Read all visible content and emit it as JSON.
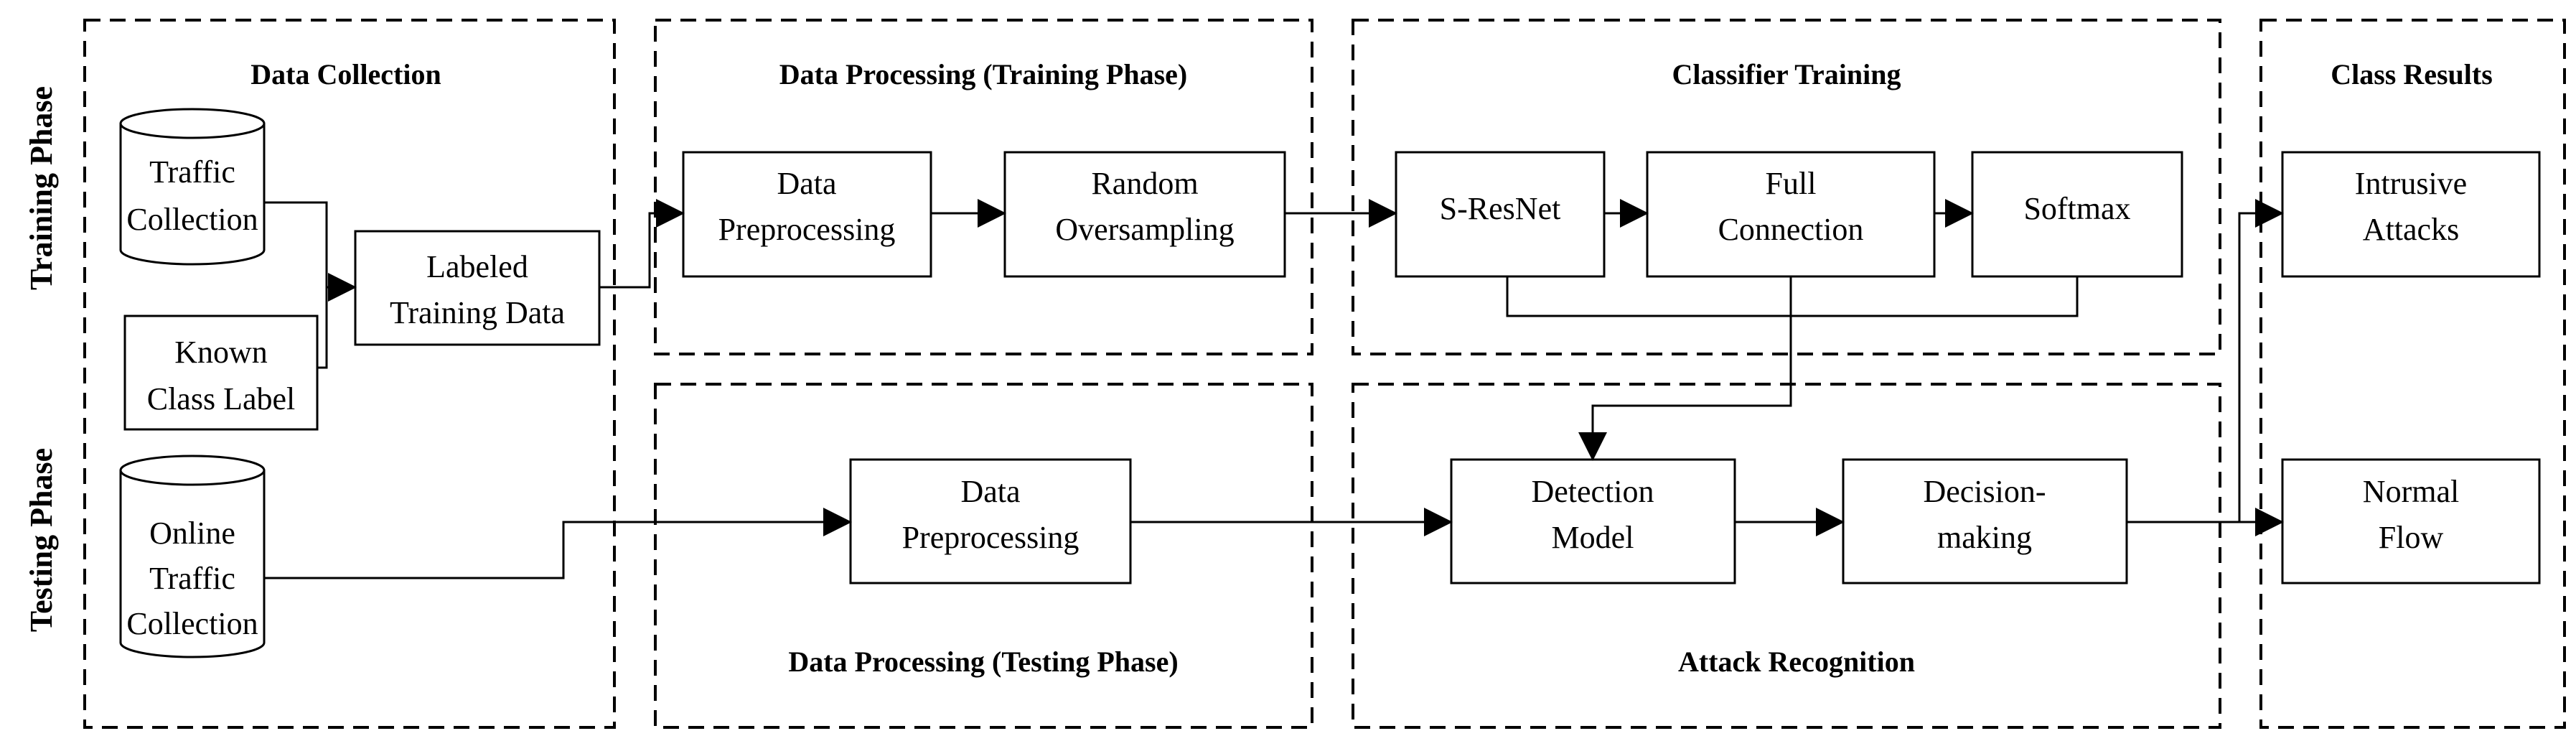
{
  "phases": {
    "training": "Training Phase",
    "testing": "Testing Phase"
  },
  "sections": {
    "data_collection": "Data Collection",
    "data_processing_training": "Data Processing (Training Phase)",
    "classifier_training": "Classifier Training",
    "class_results": "Class Results",
    "data_processing_testing": "Data Processing (Testing Phase)",
    "attack_recognition": "Attack Recognition"
  },
  "nodes": {
    "traffic_collection": [
      "Traffic",
      "Collection"
    ],
    "known_class_label": [
      "Known",
      "Class Label"
    ],
    "labeled_training_data": [
      "Labeled",
      "Training Data"
    ],
    "online_traffic_collection": [
      "Online",
      "Traffic",
      "Collection"
    ],
    "data_preprocessing_train": [
      "Data",
      "Preprocessing"
    ],
    "random_oversampling": [
      "Random",
      "Oversampling"
    ],
    "s_resnet": [
      "S-ResNet"
    ],
    "full_connection": [
      "Full",
      "Connection"
    ],
    "softmax": [
      "Softmax"
    ],
    "intrusive_attacks": [
      "Intrusive",
      "Attacks"
    ],
    "data_preprocessing_test": [
      "Data",
      "Preprocessing"
    ],
    "detection_model": [
      "Detection",
      "Model"
    ],
    "decision_making": [
      "Decision-",
      "making"
    ],
    "normal_flow": [
      "Normal",
      "Flow"
    ]
  }
}
